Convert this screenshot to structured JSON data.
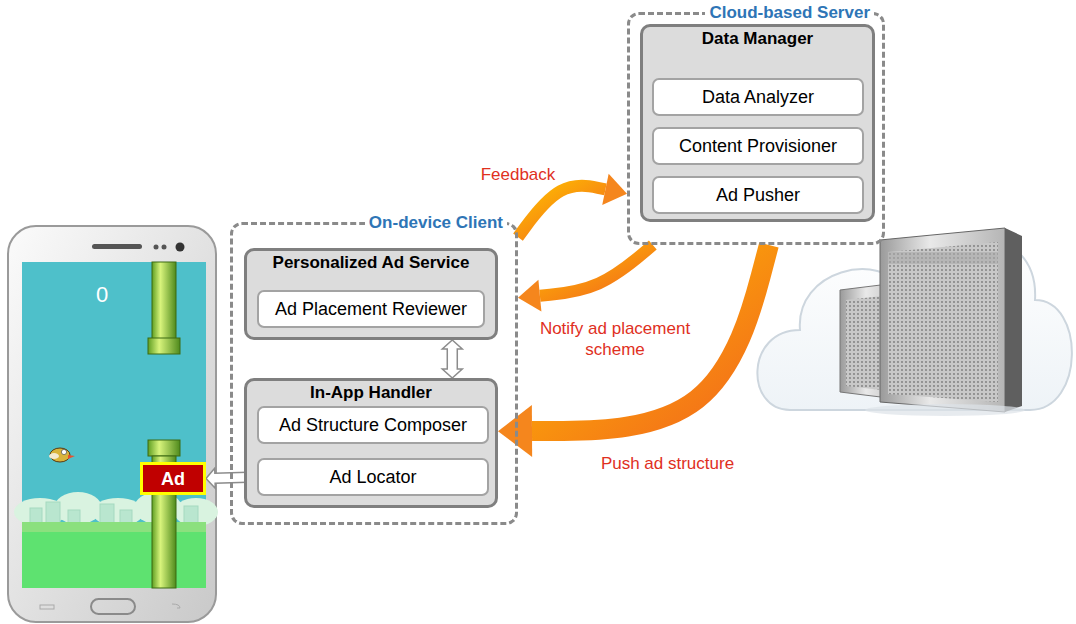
{
  "diagram": {
    "nodes": [
      {
        "text": [
          "Cloud-based Server"
        ]
      },
      {
        "text": [
          "Data Manager"
        ],
        "in": 0
      },
      {
        "text": [
          "Data Analyzer"
        ],
        "in": 1
      },
      {
        "text": [
          "Content Provisioner"
        ],
        "in": 1
      },
      {
        "text": [
          "Ad Pusher"
        ],
        "in": 1
      },
      {
        "text": [
          "On-device Client"
        ]
      },
      {
        "text": [
          "Personalized Ad Service"
        ],
        "in": 5
      },
      {
        "text": [
          "Ad Placement Reviewer"
        ],
        "in": 6
      },
      {
        "text": [
          "In-App Handler"
        ],
        "in": 5
      },
      {
        "text": [
          "Ad Structure Composer"
        ],
        "in": 8
      },
      {
        "text": [
          "Ad Locator"
        ],
        "in": 8
      },
      {
        "text": [
          "Ad"
        ]
      }
    ],
    "edges": [
      {
        "from": 2,
        "to": 3,
        "arrow": "to"
      },
      {
        "from": 3,
        "to": 4,
        "arrow": "to"
      },
      {
        "from": 6,
        "to": 8,
        "arrow": "both"
      },
      {
        "from": 9,
        "to": 10,
        "arrow": "to"
      },
      {
        "from": 10,
        "to": 11,
        "arrow": "to"
      },
      {
        "from": 5,
        "to": 0,
        "label": "Feedback",
        "arrow": "to"
      },
      {
        "from": 0,
        "to": 5,
        "label": "Notify ad placement scheme",
        "arrow": "to"
      },
      {
        "from": 0,
        "to": 8,
        "label": "Push ad structure",
        "arrow": "to"
      }
    ],
    "labels": [
      "0"
    ]
  }
}
